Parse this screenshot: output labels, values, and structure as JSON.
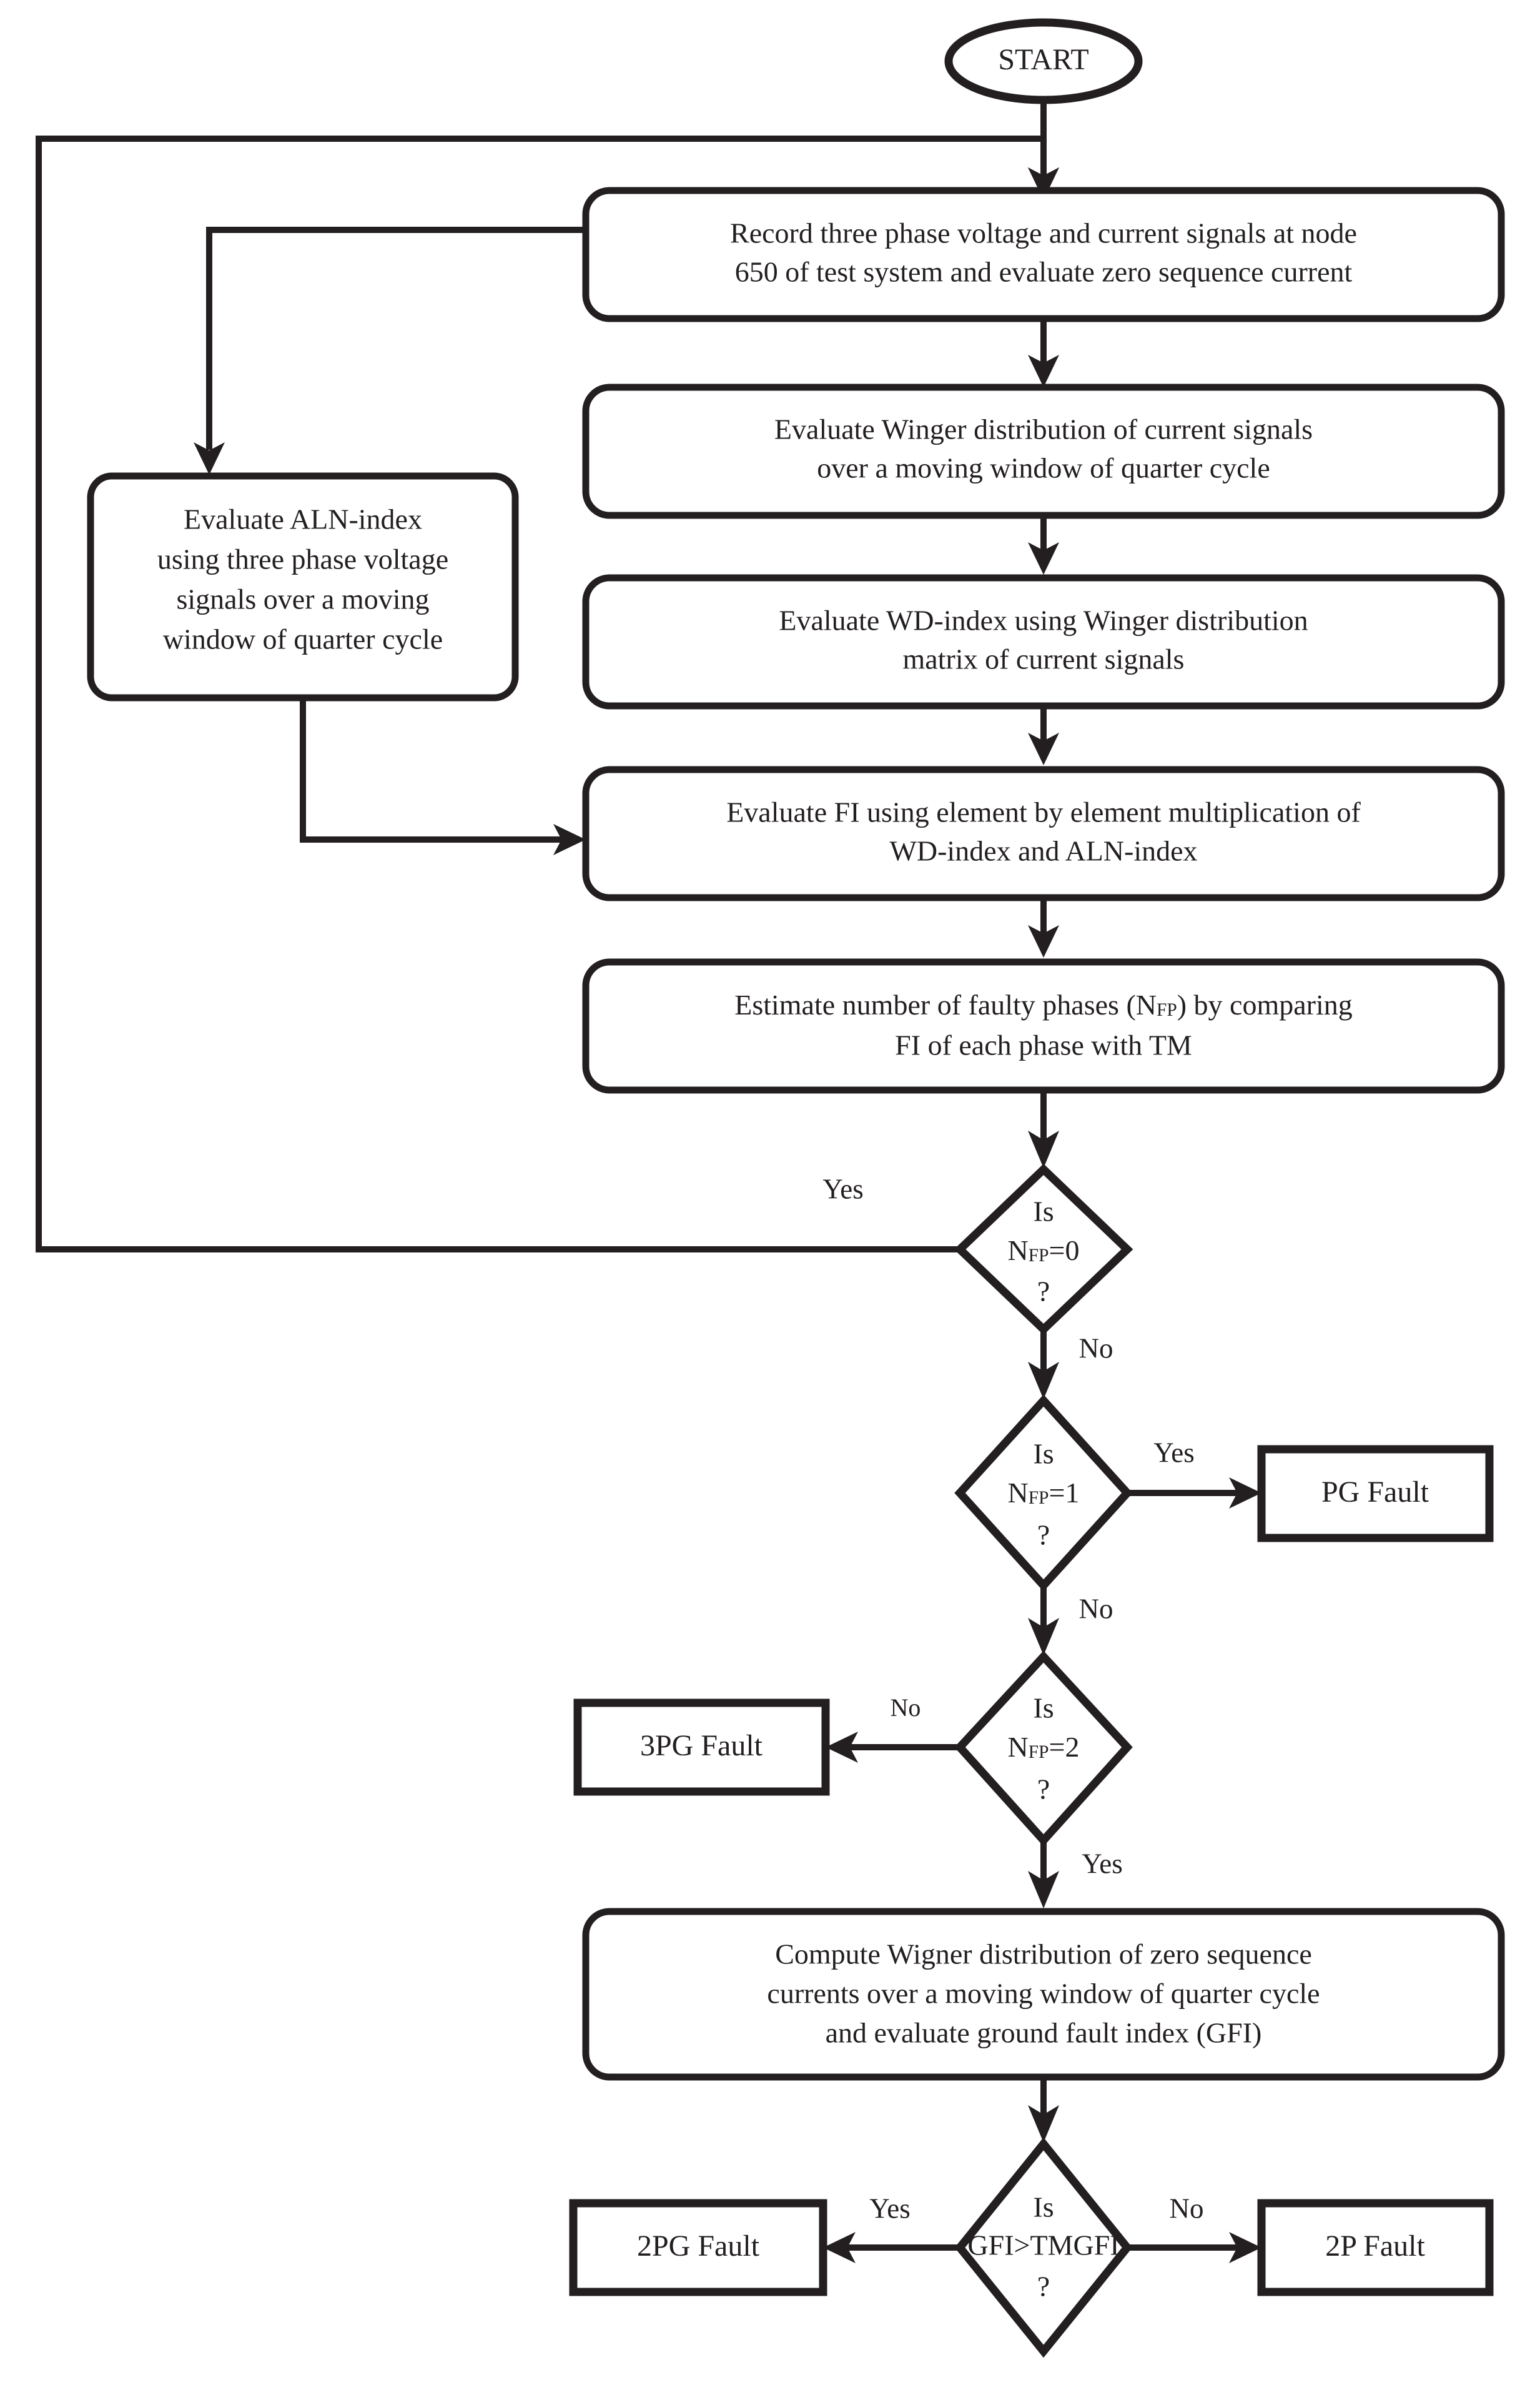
{
  "diagram": {
    "type": "flowchart",
    "title": "Fault classification flowchart",
    "colors": {
      "ink": "#231f20",
      "background": "#ffffff"
    },
    "nodes": {
      "start": {
        "shape": "oval",
        "label": "START"
      },
      "record": {
        "shape": "rounded-rectangle",
        "line1": "Record three phase voltage and current signals at node",
        "line2": "650 of test system and evaluate zero sequence current"
      },
      "winger_dist": {
        "shape": "rounded-rectangle",
        "line1": "Evaluate Winger distribution of current signals",
        "line2": "over a moving window of quarter cycle"
      },
      "aln_index": {
        "shape": "rounded-rectangle",
        "line1": "Evaluate ALN-index",
        "line2": "using three phase voltage",
        "line3": "signals over a moving",
        "line4": "window of quarter cycle"
      },
      "wd_index": {
        "shape": "rounded-rectangle",
        "line1": "Evaluate WD-index using Winger distribution",
        "line2": "matrix of current signals"
      },
      "evaluate_fi": {
        "shape": "rounded-rectangle",
        "line1": "Evaluate FI using element by element multiplication of",
        "line2": "WD-index and ALN-index"
      },
      "estimate_nfp": {
        "shape": "rounded-rectangle",
        "line1_a": "Estimate number of faulty phases (N",
        "line1_sub": "FP",
        "line1_b": ") by comparing",
        "line2": "FI of each phase with TM"
      },
      "decision_nfp0": {
        "shape": "diamond",
        "line1": "Is",
        "line2_a": "N",
        "line2_sub": "FP",
        "line2_b": "=0",
        "line3": "?"
      },
      "decision_nfp1": {
        "shape": "diamond",
        "line1": "Is",
        "line2_a": "N",
        "line2_sub": "FP",
        "line2_b": "=1",
        "line3": "?"
      },
      "decision_nfp2": {
        "shape": "diamond",
        "line1": "Is",
        "line2_a": "N",
        "line2_sub": "FP",
        "line2_b": "=2",
        "line3": "?"
      },
      "compute_gfi": {
        "shape": "rounded-rectangle",
        "line1": "Compute Wigner distribution of zero sequence",
        "line2": "currents over a moving window of quarter cycle",
        "line3": "and evaluate ground fault index (GFI)"
      },
      "decision_gfi": {
        "shape": "diamond",
        "line1": "Is",
        "line2": "GFI>TMGFI",
        "line3": "?"
      },
      "pg_fault": {
        "shape": "rectangle",
        "label": "PG Fault"
      },
      "three_pg_fault": {
        "shape": "rectangle",
        "label": "3PG Fault"
      },
      "two_pg_fault": {
        "shape": "rectangle",
        "label": "2PG Fault"
      },
      "two_p_fault": {
        "shape": "rectangle",
        "label": "2P Fault"
      }
    },
    "edge_labels": {
      "nfp0_yes": "Yes",
      "nfp0_no": "No",
      "nfp1_yes": "Yes",
      "nfp1_no": "No",
      "nfp2_no": "No",
      "nfp2_yes": "Yes",
      "gfi_yes": "Yes",
      "gfi_no": "No"
    }
  }
}
